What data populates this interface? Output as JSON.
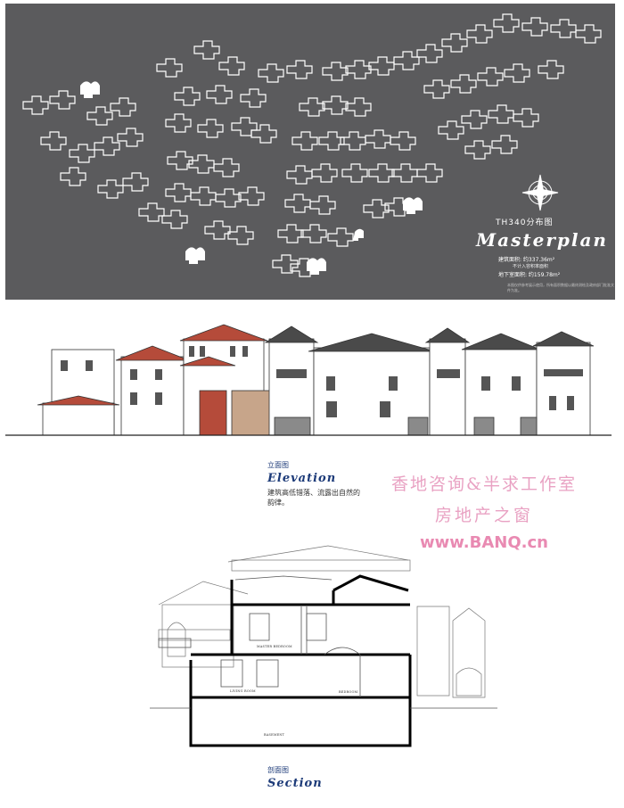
{
  "masterplan": {
    "title": "TH340分布图",
    "script_title": "Masterplan",
    "area_total": "建筑面积: 约337.36m²",
    "area_note": "不计入容积率面积",
    "area_basement": "地下室面积: 约159.78m²",
    "fine_print": "本图仅供参考展示使用，所有面积数据以最终测绘及政府部门批准文件为准。",
    "colors": {
      "background": "#5b5b5d",
      "units": "#ffffff",
      "highlight": "#ffffff"
    }
  },
  "elevation": {
    "label_cn": "立面图",
    "label_en": "Elevation",
    "description": "建筑高低错落、流露出自然的韵律。",
    "colors": {
      "roof": "#b54b3a",
      "wall": "#ffffff",
      "stone": "#8c6c5a"
    }
  },
  "watermark": {
    "line1": "香地咨询&半求工作室",
    "line2": "房地产之窗",
    "line3": "www.BANQ.cn",
    "color": "#e9a2c3"
  },
  "section": {
    "label_cn": "剖面图",
    "label_en": "Section",
    "rooms": {
      "master_bedroom": "MASTER BEDROOM",
      "living_room": "LIVING ROOM",
      "bedroom": "BEDROOM",
      "basement": "BASEMENT"
    }
  }
}
